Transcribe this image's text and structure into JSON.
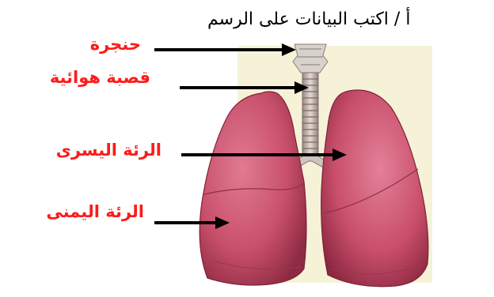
{
  "title": "أ / اكتب البيانات على الرسم",
  "labels": {
    "larynx": "حنجرة",
    "trachea": "قصبة هوائية",
    "left_lung": "الرئة اليسرى",
    "right_lung": "الرئة اليمنى"
  },
  "colors": {
    "label_text": "#ff1a1a",
    "arrow": "#000000",
    "lung": "#c9506c",
    "background_panel": "#f6f2d8"
  }
}
